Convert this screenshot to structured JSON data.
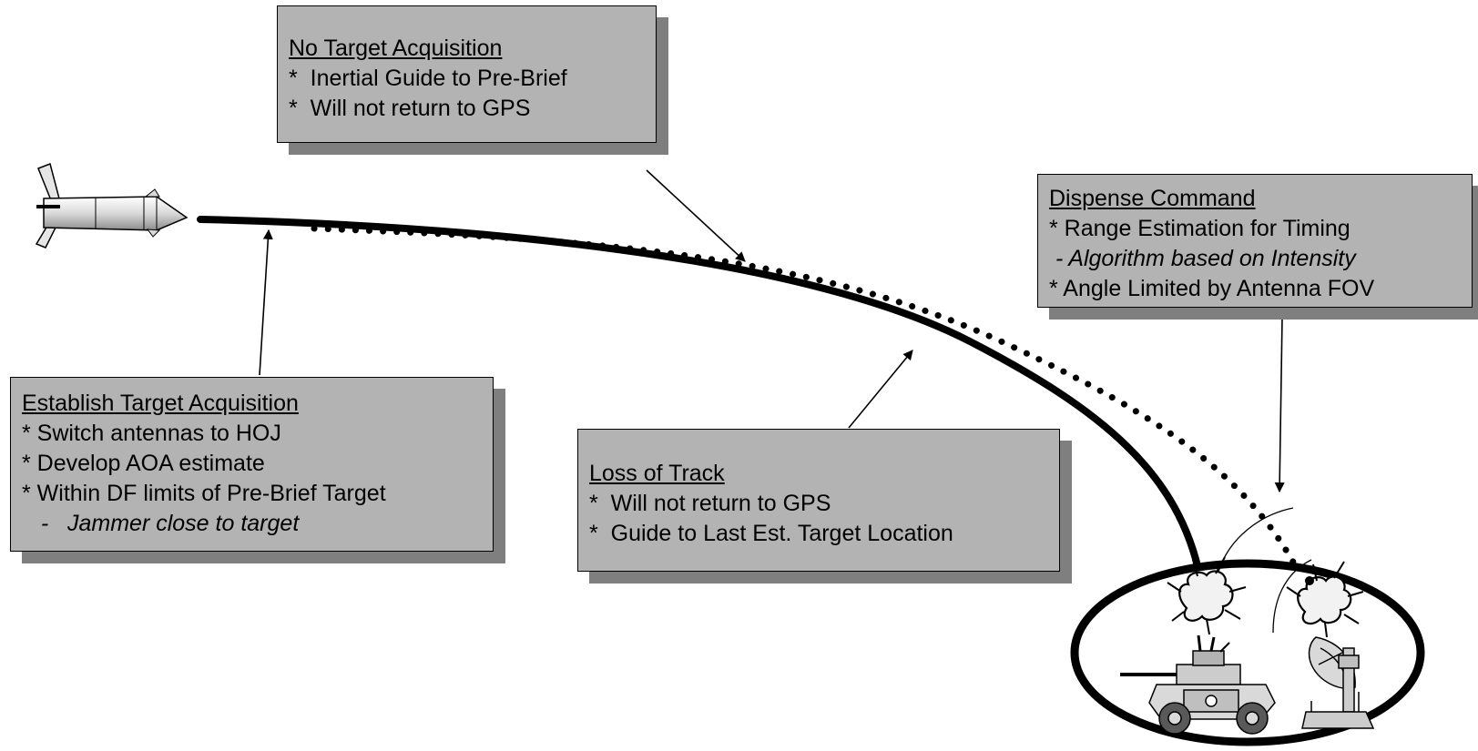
{
  "boxes": {
    "no_target": {
      "title": "No Target Acquisition",
      "lines": [
        "*  Inertial Guide to Pre-Brief",
        "*  Will not return to GPS"
      ]
    },
    "dispense": {
      "title": "Dispense Command",
      "lines": [
        "* Range Estimation for Timing",
        " - Algorithm based on Intensity",
        "* Angle Limited by Antenna FOV"
      ]
    },
    "establish": {
      "title": "Establish Target Acquisition",
      "lines": [
        "* Switch antennas to HOJ",
        "* Develop AOA estimate",
        "* Within DF limits of Pre-Brief Target",
        "   -   Jammer close to target"
      ]
    },
    "loss": {
      "title": "Loss of Track",
      "lines": [
        "*  Will not return to GPS",
        "*  Guide to Last Est. Target Location"
      ]
    }
  },
  "icons": [
    "missile-icon",
    "armored-vehicle-icon",
    "radar-dish-icon",
    "explosion-icon"
  ]
}
